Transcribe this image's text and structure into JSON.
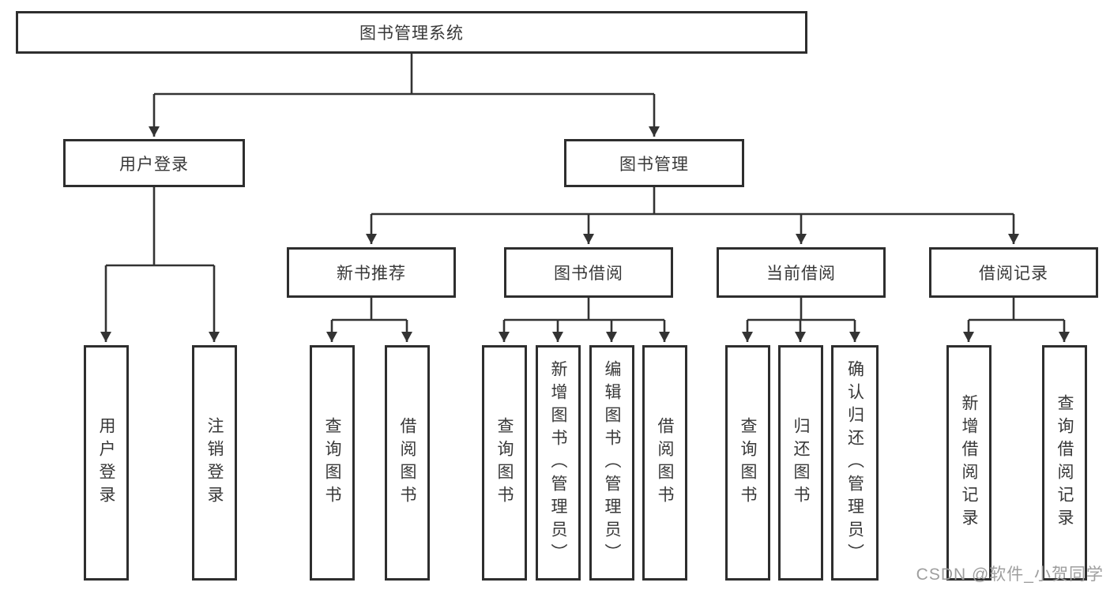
{
  "diagram": {
    "root_label": "图书管理系统",
    "level2": [
      "用户登录",
      "图书管理"
    ],
    "level3": [
      "新书推荐",
      "图书借阅",
      "当前借阅",
      "借阅记录"
    ],
    "leaves": {
      "user_login": [
        "用户登录",
        "注销登录"
      ],
      "new_book_recommend": [
        "查询图书",
        "借阅图书"
      ],
      "book_borrow": [
        "查询图书",
        "新增图书（管理员）",
        "编辑图书（管理员）",
        "借阅图书"
      ],
      "current_borrow": [
        "查询图书",
        "归还图书",
        "确认归还（管理员）"
      ],
      "borrow_record": [
        "新增借阅记录",
        "查询借阅记录"
      ]
    }
  },
  "watermark": "CSDN @软件_小贺同学",
  "colors": {
    "line": "#333333",
    "box_border": "#2e2e2e",
    "text": "#383838",
    "watermark": "#9e9e9e",
    "background": "#ffffff"
  }
}
